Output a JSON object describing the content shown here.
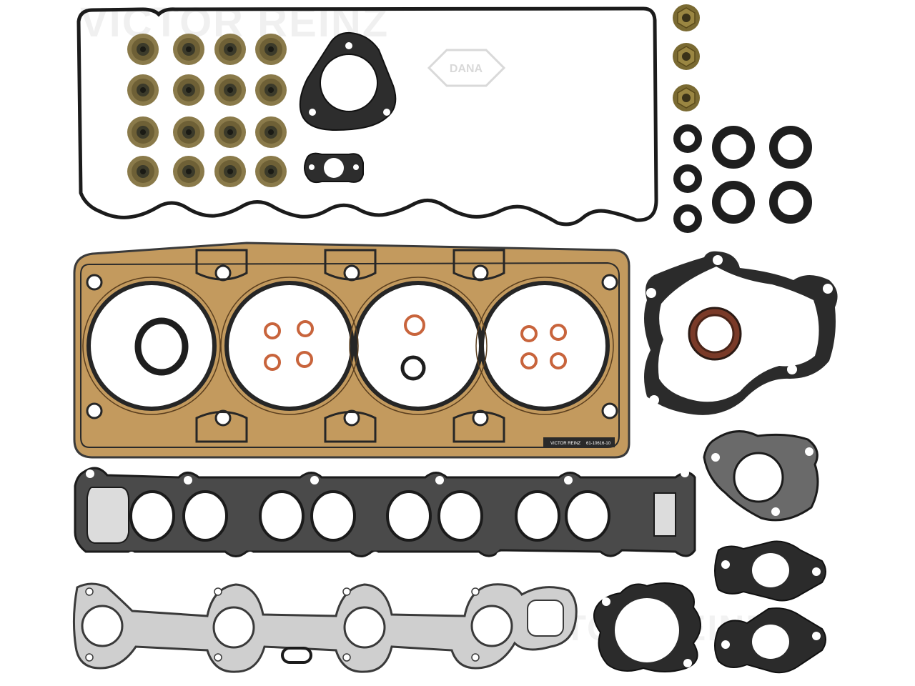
{
  "image": {
    "subject": "cylinder head gasket set",
    "watermark": {
      "brand": "VICTOR REINZ",
      "mark": "DANA"
    },
    "gasket_print": {
      "brand": "VICTOR REINZ",
      "part_code": "61-10616-10"
    },
    "colors": {
      "background": "#ffffff",
      "head_gasket": "#c39a5e",
      "head_gasket_border": "#303030",
      "rubber": "#262626",
      "seal_body": "#8a7a4a",
      "seal_core": "#3b3a2a",
      "copper_ring": "#c8643c",
      "steel_gasket": "#cfcfcf",
      "steel_border": "#3a3a3a",
      "oil_seal": "#7a3a28"
    }
  }
}
